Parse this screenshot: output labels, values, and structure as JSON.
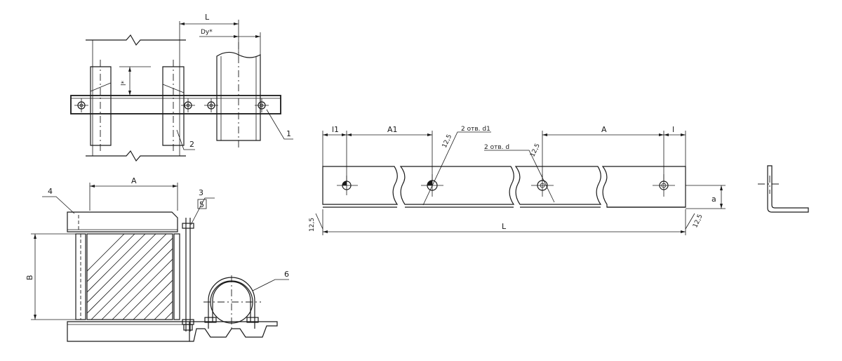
{
  "view_plan": {
    "dim_L": "L",
    "dim_dy": "Dy*",
    "dim_star": "l*",
    "leader_1": "1",
    "leader_2": "2"
  },
  "view_section": {
    "dim_A": "A",
    "dim_B": "B",
    "leader_3": "3",
    "leader_3_box": "5",
    "leader_4": "4",
    "leader_6": "6"
  },
  "view_strip": {
    "dim_l1": "l1",
    "dim_A1": "A1",
    "dim_A": "A",
    "dim_l": "l",
    "dim_L": "L",
    "dim_a": "a",
    "hole_note_1": "2 отв. d1",
    "hole_note_2": "2 отв. d",
    "weld_1": "12,5",
    "weld_2": "12,5",
    "weld_3": "12,5",
    "weld_4": "12,5"
  }
}
